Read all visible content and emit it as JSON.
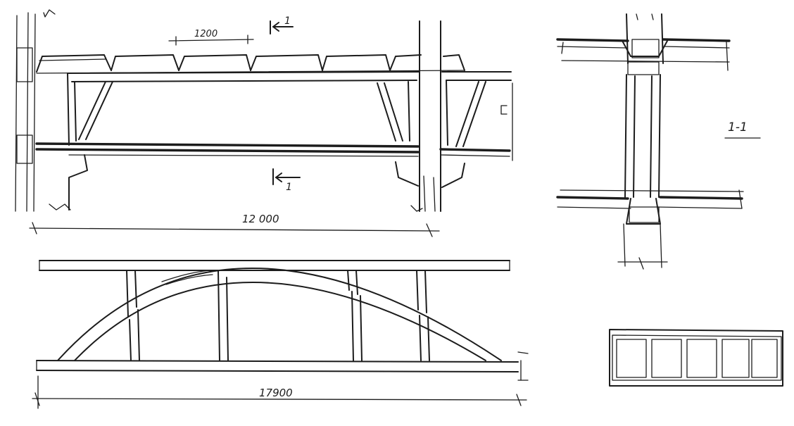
{
  "sketch": {
    "colors": {
      "ink": "#1c1c1c",
      "paper": "#ffffff",
      "hatch": "#2a2a2a"
    },
    "top_elevation": {
      "panel_spacing": "1200",
      "span": "12 000",
      "section_mark_top": "1",
      "section_mark_bottom": "1"
    },
    "arch_elevation": {
      "span": "17900"
    },
    "section_view": {
      "label": "1-1"
    }
  }
}
